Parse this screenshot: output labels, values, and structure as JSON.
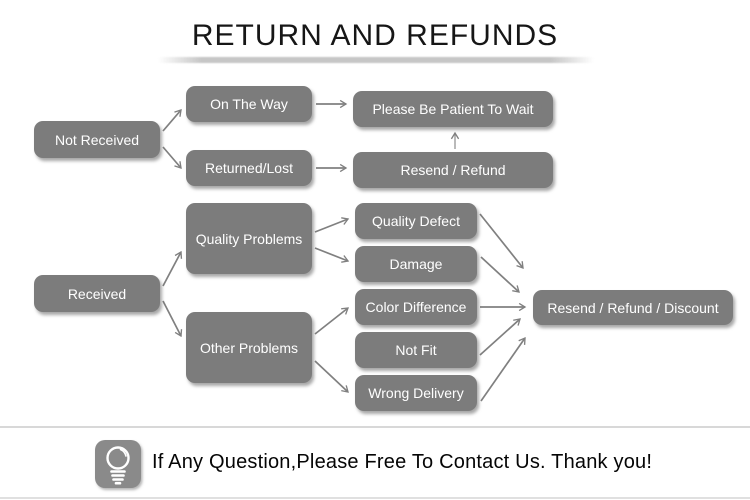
{
  "title": "RETURN AND REFUNDS",
  "colors": {
    "box": "#7c7c7c",
    "arrow": "#808080",
    "text_on_box": "#ffffff",
    "divider": "#d8d8d8",
    "icon_bg": "#8a8a8a",
    "title_text": "#161616"
  },
  "flowchart": {
    "nodes": {
      "not_received": "Not Received",
      "on_the_way": "On The Way",
      "returned_lost": "Returned/Lost",
      "please_wait": "Please Be Patient To Wait",
      "resend_refund": "Resend / Refund",
      "received": "Received",
      "quality_problems": "Quality Problems",
      "other_problems": "Other Problems",
      "quality_defect": "Quality Defect",
      "damage": "Damage",
      "color_difference": "Color Difference",
      "not_fit": "Not Fit",
      "wrong_delivery": "Wrong Delivery",
      "resend_refund_discount": "Resend / Refund / Discount"
    },
    "edges": [
      {
        "from": "Not Received",
        "to": "On The Way"
      },
      {
        "from": "Not Received",
        "to": "Returned/Lost"
      },
      {
        "from": "On The Way",
        "to": "Please Be Patient To Wait"
      },
      {
        "from": "Returned/Lost",
        "to": "Resend / Refund"
      },
      {
        "from": "Resend / Refund",
        "to": "Please Be Patient To Wait"
      },
      {
        "from": "Received",
        "to": "Quality Problems"
      },
      {
        "from": "Received",
        "to": "Other Problems"
      },
      {
        "from": "Quality Problems",
        "to": "Quality Defect"
      },
      {
        "from": "Quality Problems",
        "to": "Damage"
      },
      {
        "from": "Other Problems",
        "to": "Color Difference"
      },
      {
        "from": "Other Problems",
        "to": "Wrong Delivery"
      },
      {
        "from": "Quality Defect",
        "to": "Resend / Refund / Discount"
      },
      {
        "from": "Damage",
        "to": "Resend / Refund / Discount"
      },
      {
        "from": "Color Difference",
        "to": "Resend / Refund / Discount"
      },
      {
        "from": "Not Fit",
        "to": "Resend / Refund / Discount"
      },
      {
        "from": "Wrong Delivery",
        "to": "Resend / Refund / Discount"
      }
    ]
  },
  "footer": {
    "icon": "lightbulb-icon",
    "message": "If Any Question,Please Free To Contact Us. Thank you!"
  }
}
